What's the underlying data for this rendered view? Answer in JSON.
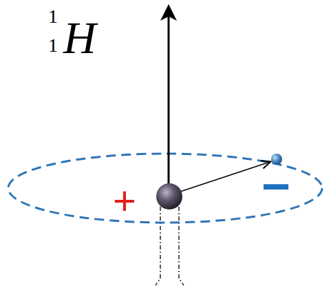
{
  "diagram": {
    "labels": [
      "1",
      "1",
      "H",
      "+",
      "−"
    ]
  }
}
